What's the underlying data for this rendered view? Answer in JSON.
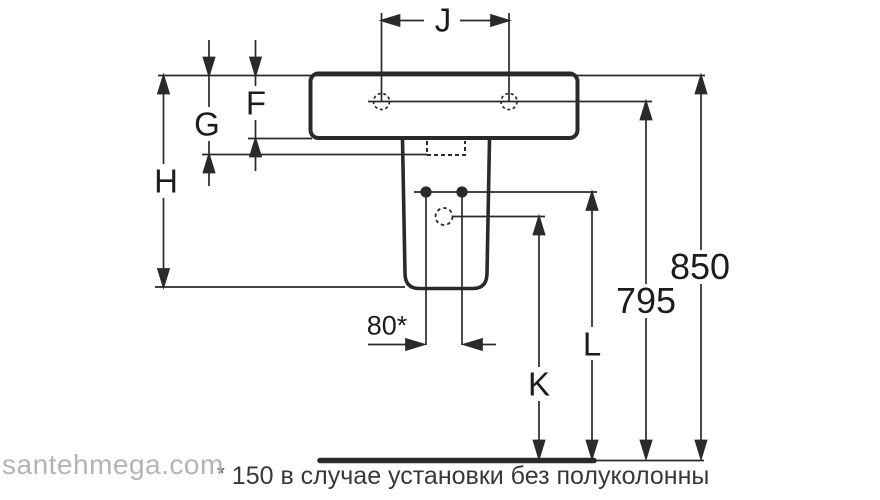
{
  "page": {
    "background": "#ffffff"
  },
  "drawing": {
    "type": "washbasin-with-semi-pedestal-dimension-diagram",
    "labels": {
      "J": "J",
      "F": "F",
      "G": "G",
      "H": "H",
      "K": "K",
      "L": "L",
      "height_total": "850",
      "height_bolt_holes": "795",
      "fixing_spacing": "80*"
    },
    "colors": {
      "line": "#2a2a2a",
      "label_text": "#1c1c1c",
      "footnote_text": "#383838",
      "watermark_text": "#b4b4b4"
    }
  },
  "footnote": {
    "marker": "*",
    "text": "150 в случае установки без полуколонны"
  },
  "watermark": {
    "text": "santehmega.com"
  }
}
